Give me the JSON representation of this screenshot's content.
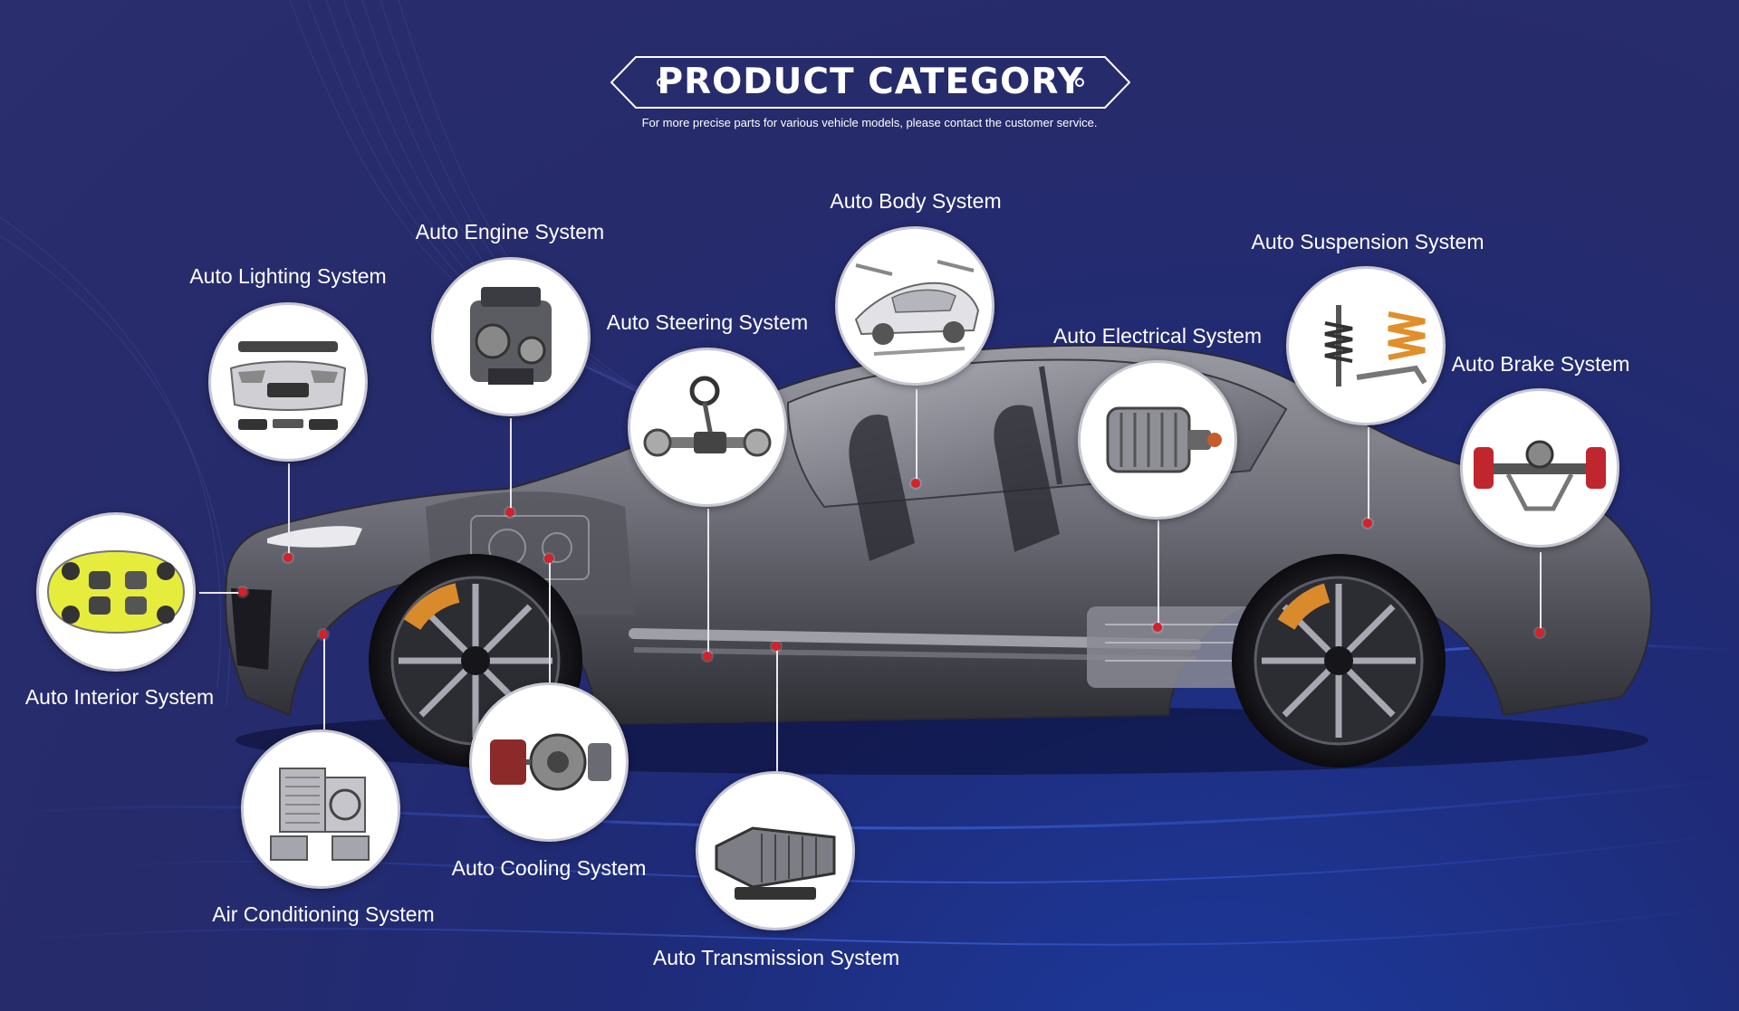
{
  "header": {
    "title": "PRODUCT CATEGORY",
    "subtitle": "For more precise parts for various vehicle models, please contact the customer service."
  },
  "categories": [
    {
      "label": "Auto Lighting System",
      "icon": "headlight-bumper-icon"
    },
    {
      "label": "Auto Engine System",
      "icon": "engine-icon"
    },
    {
      "label": "Auto Steering System",
      "icon": "steering-rack-icon"
    },
    {
      "label": "Auto Body System",
      "icon": "car-body-icon"
    },
    {
      "label": "Auto Electrical System",
      "icon": "electric-motor-icon"
    },
    {
      "label": "Auto Suspension System",
      "icon": "shock-absorber-icon"
    },
    {
      "label": "Auto Brake System",
      "icon": "brake-axle-icon"
    },
    {
      "label": "Auto Interior System",
      "icon": "car-interior-icon"
    },
    {
      "label": "Air Conditioning System",
      "icon": "radiator-icon"
    },
    {
      "label": "Auto Cooling System",
      "icon": "compressor-icon"
    },
    {
      "label": "Auto Transmission System",
      "icon": "gearbox-icon"
    }
  ],
  "colors": {
    "background": "#262b6b",
    "accent_dot": "#d6202a",
    "text": "#ffffff"
  }
}
